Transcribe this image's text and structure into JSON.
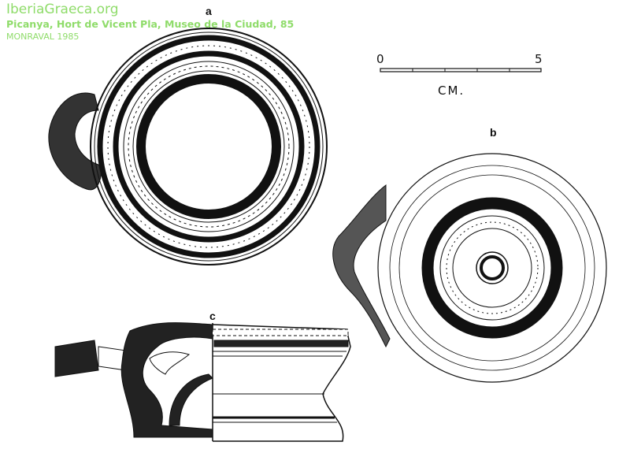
{
  "watermark": {
    "site": "IberiaGraeca.org",
    "location": "Picanya, Hort de Vicent Pla, Museo de la Ciudad, 85",
    "source": "MONRAVAL 1985"
  },
  "figure_labels": {
    "a": "a",
    "b": "b",
    "c": "c"
  },
  "scale": {
    "start": "0",
    "end": "5",
    "unit": "CM."
  }
}
